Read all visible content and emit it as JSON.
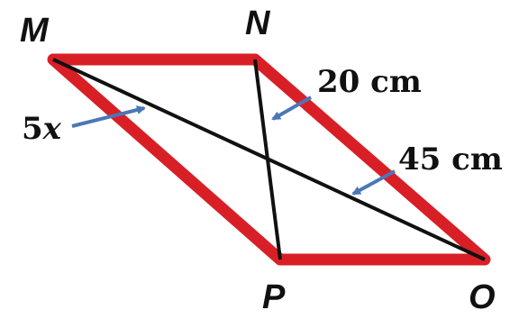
{
  "colors": {
    "shape_stroke": "#d91f26",
    "diagonal_stroke": "#111111",
    "arrow": "#4a77b8",
    "text": "#111111"
  },
  "vertices": {
    "M": "M",
    "N": "N",
    "O": "O",
    "P": "P"
  },
  "labels": {
    "coefficient": "5",
    "variable": "x",
    "nq_length": "20 cm",
    "mq_length": "45 cm"
  }
}
